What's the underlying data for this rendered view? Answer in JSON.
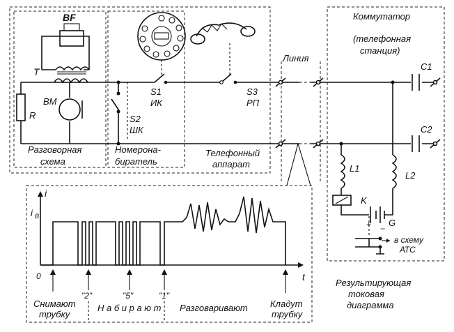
{
  "labels": {
    "bf": "BF",
    "t": "T",
    "bm": "BM",
    "r": "R",
    "speech_circuit": [
      "Разговорная",
      "схема"
    ],
    "dialer": [
      "Номерона-",
      "биратель"
    ],
    "phone_set": [
      "Телефонный",
      "аппарат"
    ],
    "s1": "S1",
    "ik": "ИК",
    "s2": "S2",
    "shk": "ШК",
    "s3": "S3",
    "rp": "РП",
    "line": "Линия",
    "switch_title": [
      "Коммутатор",
      "(телефонная",
      "станция)"
    ],
    "c1": "C1",
    "c2": "C2",
    "l1": "L1",
    "l2": "L2",
    "k": "K",
    "g": "G",
    "plus": "+",
    "minus": "−",
    "to_ats": [
      "в схему",
      "АТС"
    ],
    "result": [
      "Результирующая",
      "токовая",
      "диаграмма"
    ]
  },
  "timing": {
    "axis_i": "i",
    "axis_t": "t",
    "origin": "0",
    "level": "i",
    "level_sub": "B",
    "digit_labels": [
      "\"2\"",
      "\"5\"",
      "\"1\""
    ],
    "pickup": [
      "Снимают",
      "трубку"
    ],
    "dialing": "Н а б и р а ю т",
    "talking": "Разговаривают",
    "hangup": [
      "Кладут",
      "трубку"
    ]
  }
}
